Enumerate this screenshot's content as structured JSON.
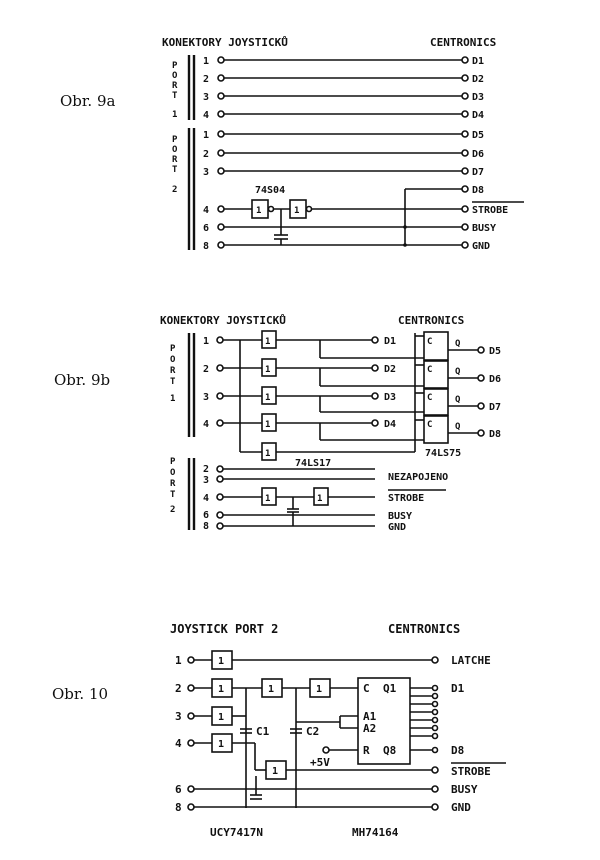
{
  "fig9a": {
    "caption": "Obr. 9a",
    "left_title": "KONEKTORY JOYSTICKŮ",
    "right_title": "CENTRONICS",
    "port1_label": [
      "P",
      "O",
      "R",
      "T",
      "1"
    ],
    "port2_label": [
      "P",
      "O",
      "R",
      "T",
      "2"
    ],
    "port1_pins": [
      "1",
      "2",
      "3",
      "4"
    ],
    "port2_pins": [
      "1",
      "2",
      "3",
      "4",
      "6",
      "8"
    ],
    "outputs": [
      "D1",
      "D2",
      "D3",
      "D4",
      "D5",
      "D6",
      "D7",
      "D8",
      "STROBE",
      "BUSY",
      "GND"
    ],
    "chip": "74S04",
    "gate": "1"
  },
  "fig9b": {
    "caption": "Obr. 9b",
    "left_title": "KONEKTORY JOYSTICKŮ",
    "right_title": "CENTRONICS",
    "port1_label": [
      "P",
      "O",
      "R",
      "T",
      "1"
    ],
    "port2_label": [
      "P",
      "O",
      "R",
      "T",
      "2"
    ],
    "port1_pins": [
      "1",
      "2",
      "3",
      "4"
    ],
    "port2_pins": [
      "2",
      "3",
      "4",
      "6",
      "8"
    ],
    "data_labels": [
      "D1",
      "D2",
      "D3",
      "D4"
    ],
    "latch_outputs": [
      "D5",
      "D6",
      "D7",
      "D8"
    ],
    "flipflop_c": "C",
    "flipflop_q": "Q",
    "chip_buffers": "74LS17",
    "chip_latch": "74LS75",
    "nezapojeno": "NEZAPOJENO",
    "strobe": "STROBE",
    "busy": "BUSY",
    "gnd": "GND",
    "gate": "1"
  },
  "fig10": {
    "caption": "Obr. 10",
    "left_title": "JOYSTICK PORT 2",
    "right_title": "CENTRONICS",
    "pins": [
      "1",
      "2",
      "3",
      "4",
      "6",
      "8"
    ],
    "latche": "LATCHE",
    "d1": "D1",
    "d8": "D8",
    "strobe": "STROBE",
    "busy": "BUSY",
    "gnd": "GND",
    "c1": "C1",
    "c2": "C2",
    "plus5v": "+5V",
    "reg_pins": {
      "c": "C",
      "q1": "Q1",
      "a1": "A1",
      "a2": "A2",
      "r": "R",
      "q8": "Q8"
    },
    "chip_left": "UCY7417N",
    "chip_right": "MH74164",
    "gate": "1"
  }
}
